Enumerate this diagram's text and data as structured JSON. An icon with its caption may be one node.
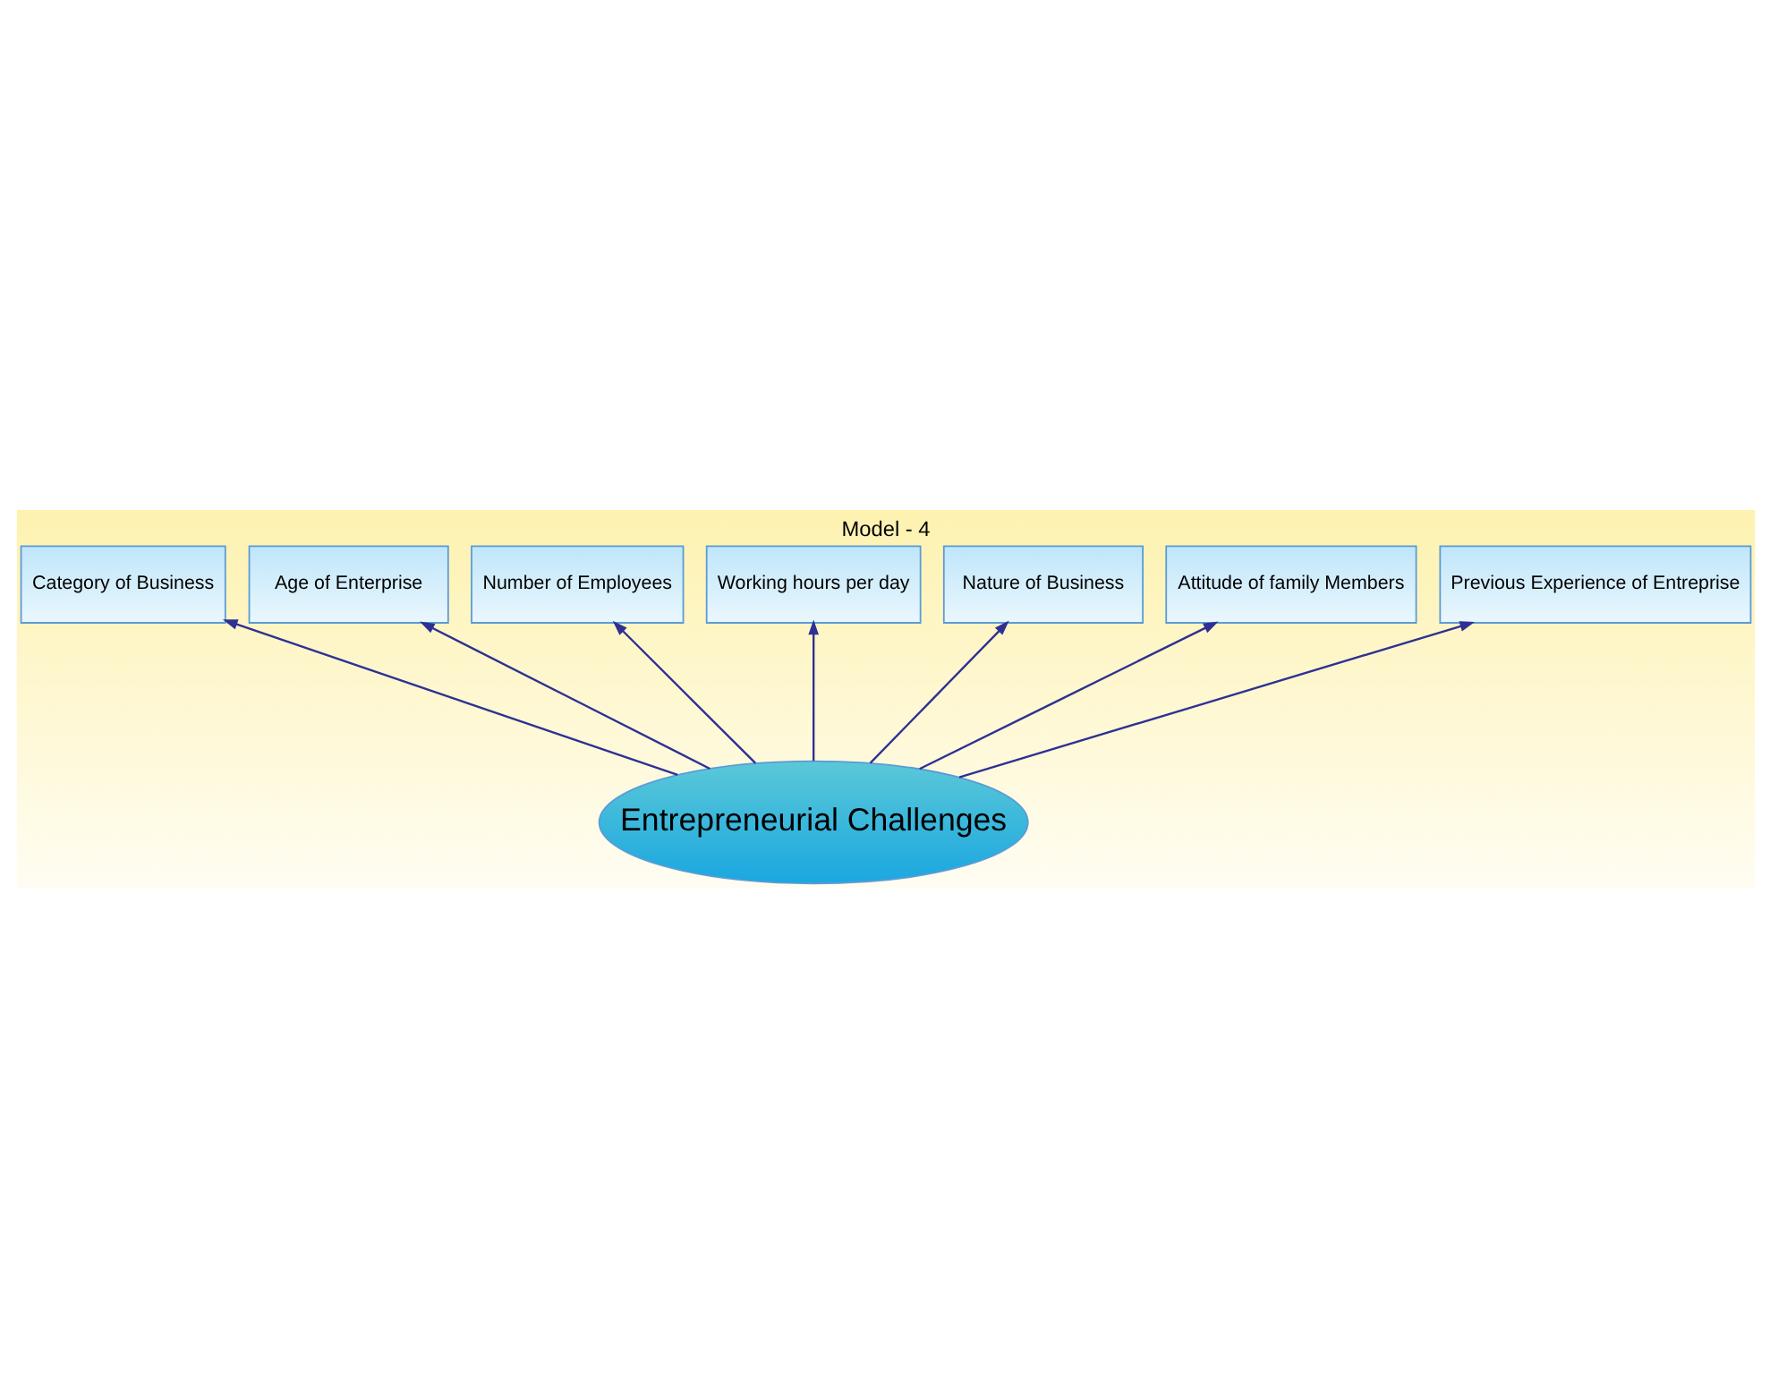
{
  "diagram": {
    "title": "Model - 4",
    "nodes": [
      {
        "text": [
          "Working hours per day"
        ]
      },
      {
        "text": [
          "Number of Employees"
        ]
      },
      {
        "text": [
          "Nature of Business"
        ]
      },
      {
        "text": [
          "Age of Enterprise"
        ]
      },
      {
        "text": [
          "Attitude of family Members"
        ]
      },
      {
        "text": [
          "Category of Business"
        ]
      },
      {
        "text": [
          "Previous Experience of Entreprise"
        ]
      },
      {
        "text": [
          "Entrepreneurial Challenges"
        ]
      }
    ],
    "edges": [
      {
        "from": 7,
        "to": 5,
        "arrow": "to"
      },
      {
        "from": 7,
        "to": 3,
        "arrow": "to"
      },
      {
        "from": 7,
        "to": 1,
        "arrow": "to"
      },
      {
        "from": 7,
        "to": 0,
        "arrow": "to"
      },
      {
        "from": 7,
        "to": 2,
        "arrow": "to"
      },
      {
        "from": 7,
        "to": 4,
        "arrow": "to"
      },
      {
        "from": 7,
        "to": 6,
        "arrow": "to"
      }
    ]
  }
}
